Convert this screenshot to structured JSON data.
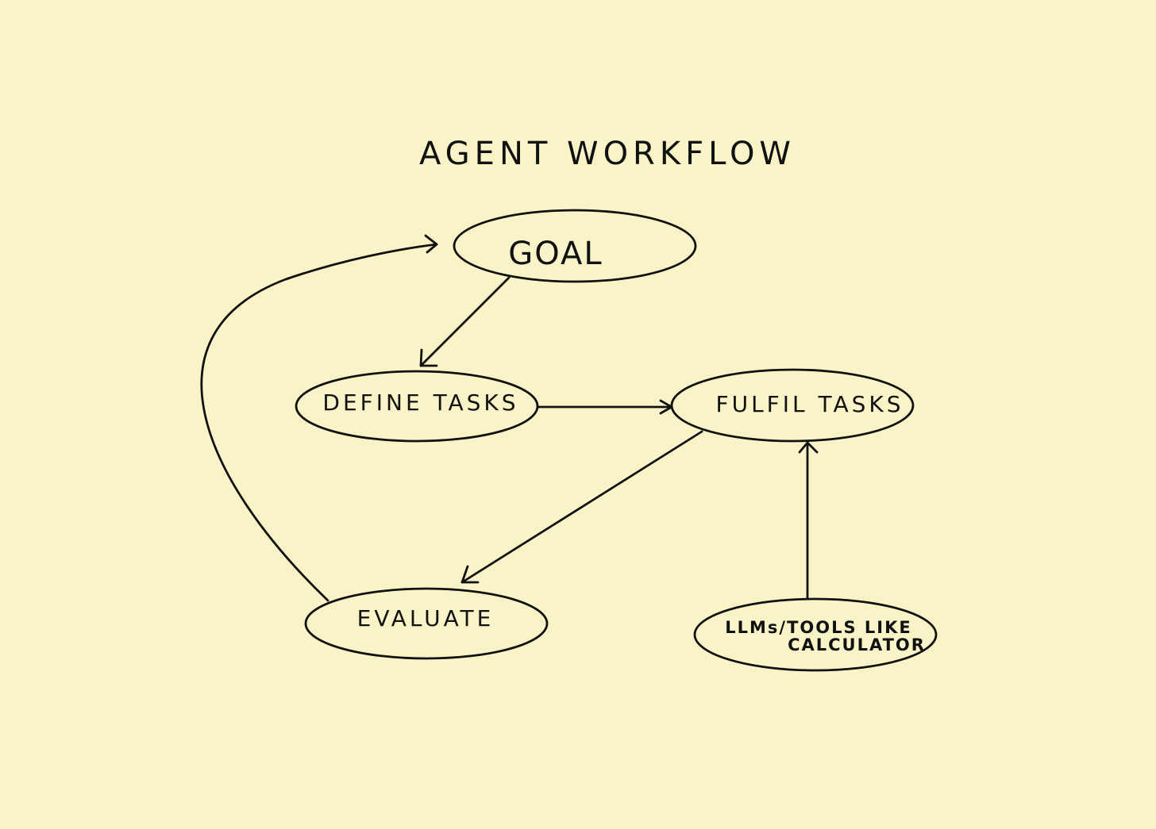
{
  "diagram": {
    "title": "AGENT WORKFLOW",
    "nodes": {
      "goal": "GOAL",
      "define_tasks": "DEFINE TASKS",
      "fulfil_tasks": "FULFIL TASKS",
      "evaluate": "EVALUATE",
      "tools_line1": "LLMs/TOOLS LIKE",
      "tools_line2": "CALCULATOR"
    },
    "colors": {
      "background": "#F9F4C8",
      "ink": "#111111"
    }
  }
}
